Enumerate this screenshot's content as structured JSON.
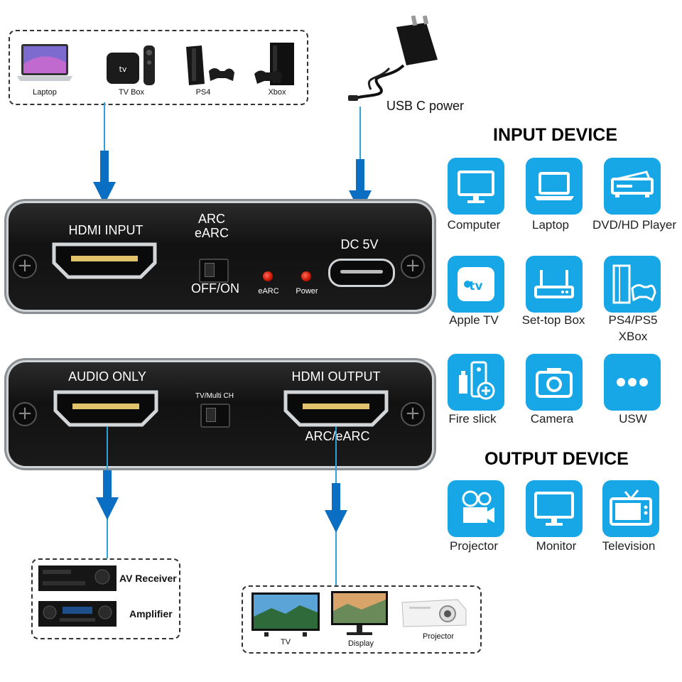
{
  "top_sources": {
    "items": [
      {
        "label": "Laptop",
        "icon": "laptop-photo"
      },
      {
        "label": "TV Box",
        "icon": "tv-box-photo"
      },
      {
        "label": "PS4",
        "icon": "ps4-photo"
      },
      {
        "label": "Xbox",
        "icon": "xbox-photo"
      }
    ]
  },
  "power": {
    "label": "USB C power"
  },
  "panel_front": {
    "hdmi_input": "HDMI INPUT",
    "arc_line1": "ARC",
    "arc_line2": "eARC",
    "switch_label": "OFF/ON",
    "led_earc": "eARC",
    "led_power": "Power",
    "dc": "DC 5V"
  },
  "panel_back": {
    "audio_only": "AUDIO ONLY",
    "switch_label": "TV/Multi CH",
    "hdmi_output": "HDMI OUTPUT",
    "arc_earc": "ARC/eARC"
  },
  "audio_devices": {
    "items": [
      {
        "label": "AV Receiver"
      },
      {
        "label": "Amplifier"
      }
    ]
  },
  "display_devices": {
    "items": [
      {
        "label": "TV"
      },
      {
        "label": "Display"
      },
      {
        "label": "Projector"
      }
    ]
  },
  "input_device": {
    "title": "INPUT DEVICE",
    "tiles": [
      {
        "label": "Computer",
        "icon": "computer-icon"
      },
      {
        "label": "Laptop",
        "icon": "laptop-icon"
      },
      {
        "label": "DVD/HD Player",
        "icon": "dvd-player-icon"
      },
      {
        "label": "Apple TV",
        "icon": "apple-tv-icon"
      },
      {
        "label": "Set-top Box",
        "icon": "set-top-box-icon"
      },
      {
        "label": "PS4/PS5",
        "label2": "XBox",
        "icon": "game-console-icon"
      },
      {
        "label": "Fire slick",
        "icon": "fire-stick-icon"
      },
      {
        "label": "Camera",
        "icon": "camera-icon"
      },
      {
        "label": "USW",
        "icon": "more-icon"
      }
    ]
  },
  "output_device": {
    "title": "OUTPUT DEVICE",
    "tiles": [
      {
        "label": "Projector",
        "icon": "projector-icon"
      },
      {
        "label": "Monitor",
        "icon": "monitor-icon"
      },
      {
        "label": "Television",
        "icon": "television-icon"
      }
    ]
  },
  "colors": {
    "accent": "#17a6e6",
    "arrow": "#0a6fc2",
    "wire": "#2fa0d8",
    "panel": "#1a1a1a"
  }
}
